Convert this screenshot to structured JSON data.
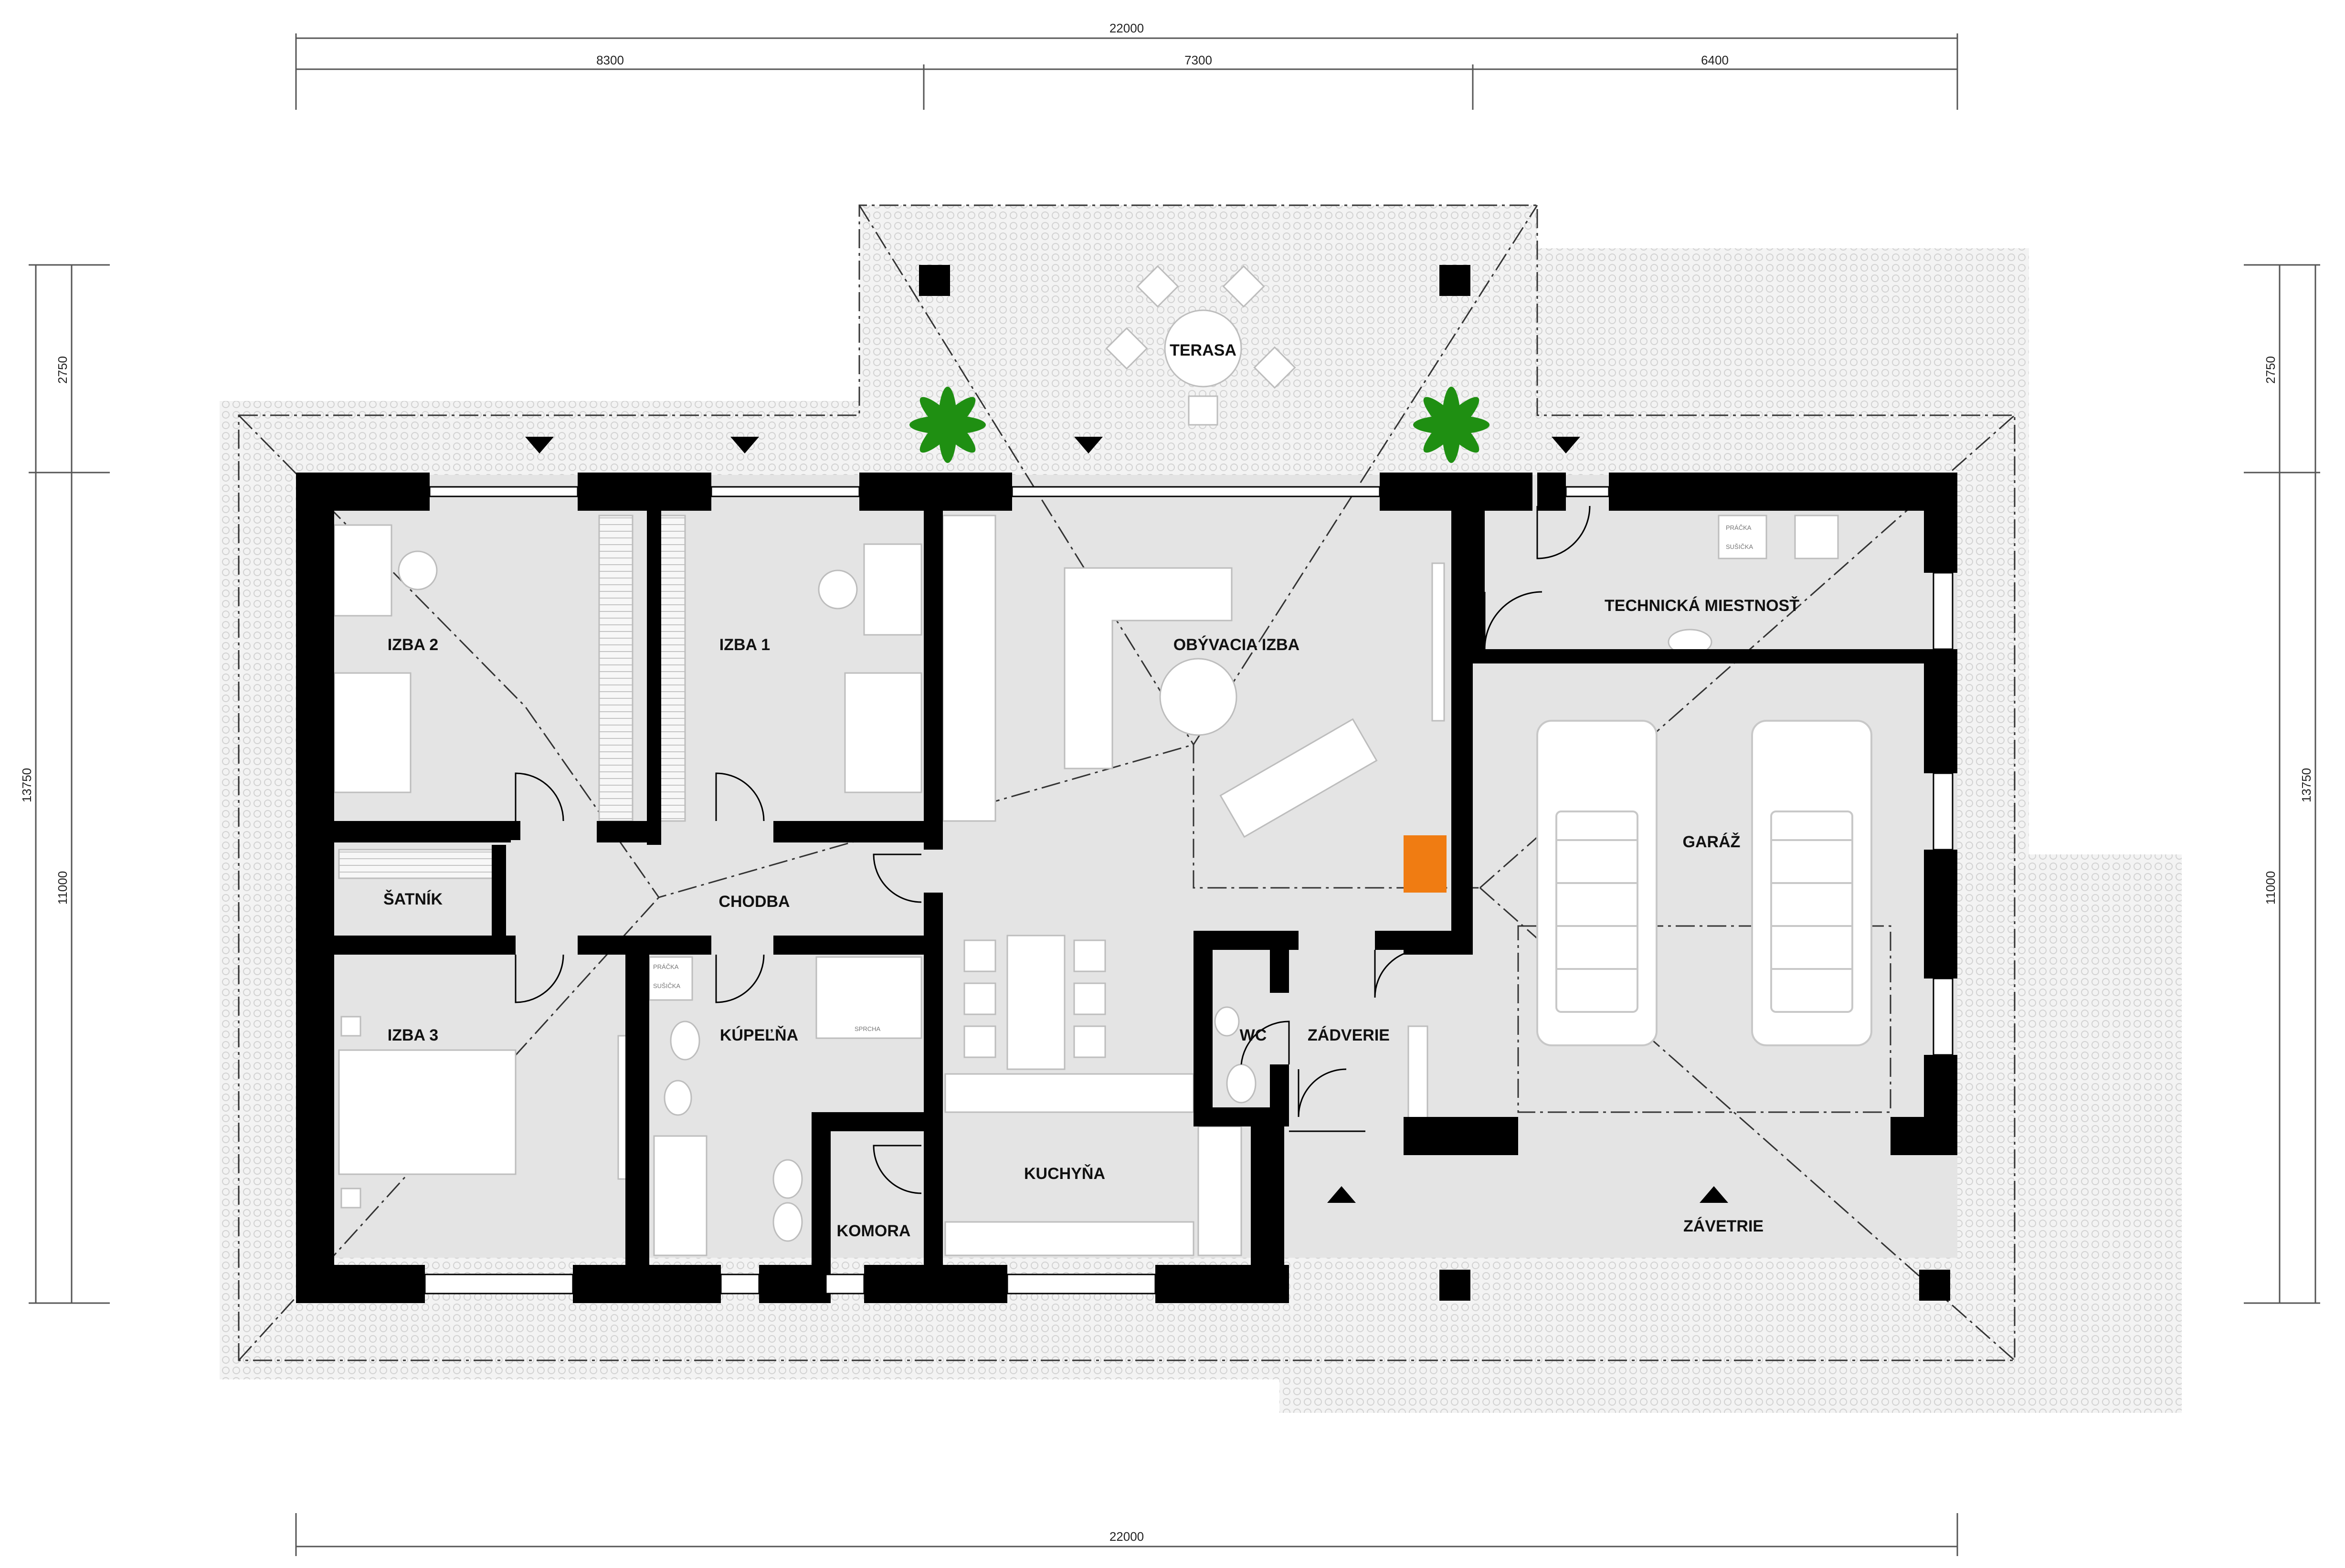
{
  "dimensions": {
    "top_total": "22000",
    "top_segments": [
      "8300",
      "7300",
      "6400"
    ],
    "bottom_total": "22000",
    "left_segments": [
      "2750",
      "11000"
    ],
    "left_total": "13750",
    "right_segments": [
      "2750",
      "11000"
    ],
    "right_total": "13750"
  },
  "rooms": {
    "terasa": "TERASA",
    "izba2": "IZBA 2",
    "izba1": "IZBA 1",
    "obyvacia": "OBÝVACIA IZBA",
    "technicka": "TECHNICKÁ MIESTNOSŤ",
    "satnik": "ŠATNÍK",
    "chodba": "CHODBA",
    "garaz": "GARÁŽ",
    "izba3": "IZBA 3",
    "kupelna": "KÚPEĽŇA",
    "wc": "WC",
    "zadverie": "ZÁDVERIE",
    "kuchyna": "KUCHYŇA",
    "komora": "KOMORA",
    "zavetrie": "ZÁVETRIE"
  },
  "fixture_labels": {
    "pracka_tech": "PRÁČKA",
    "susicka_tech": "SUŠIČKA",
    "pracka_bath": "PRÁČKA",
    "susicka_bath": "SUŠIČKA",
    "sprcha": "SPRCHA"
  },
  "colors": {
    "wall": "#000000",
    "floor": "#e4e4e4",
    "paving": "#efefef",
    "plant": "#1f8f12",
    "fireplace": "#f07c12"
  }
}
